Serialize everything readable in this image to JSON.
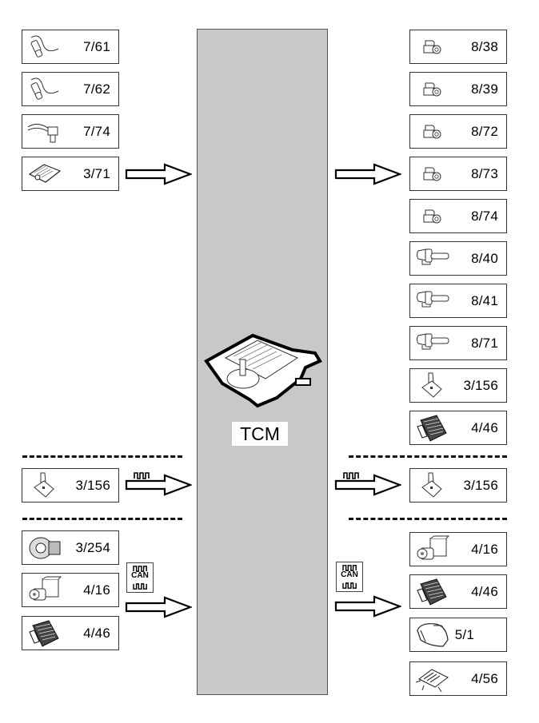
{
  "center": {
    "label": "TCM",
    "icon": "tcm-module-icon",
    "background": "#c8c8c8"
  },
  "left_inputs": [
    {
      "code": "7/61",
      "icon": "speed-sensor-icon"
    },
    {
      "code": "7/62",
      "icon": "speed-sensor-icon"
    },
    {
      "code": "7/74",
      "icon": "sensor-connector-icon"
    },
    {
      "code": "3/71",
      "icon": "control-module-icon"
    }
  ],
  "right_outputs": [
    {
      "code": "8/38",
      "icon": "solenoid-icon"
    },
    {
      "code": "8/39",
      "icon": "solenoid-icon"
    },
    {
      "code": "8/72",
      "icon": "solenoid-icon"
    },
    {
      "code": "8/73",
      "icon": "solenoid-icon"
    },
    {
      "code": "8/74",
      "icon": "solenoid-icon"
    },
    {
      "code": "8/40",
      "icon": "pressure-solenoid-icon"
    },
    {
      "code": "8/41",
      "icon": "pressure-solenoid-icon"
    },
    {
      "code": "8/71",
      "icon": "pressure-solenoid-icon"
    },
    {
      "code": "3/156",
      "icon": "gear-selector-icon"
    },
    {
      "code": "4/46",
      "icon": "ecm-icon"
    }
  ],
  "pwm_section": {
    "signal": "pwm-signal-icon",
    "left": {
      "code": "3/156",
      "icon": "gear-selector-icon"
    },
    "right": {
      "code": "3/156",
      "icon": "gear-selector-icon"
    }
  },
  "can_section": {
    "badge": "CAN",
    "left": [
      {
        "code": "3/254",
        "icon": "steering-module-icon"
      },
      {
        "code": "4/16",
        "icon": "abs-module-icon"
      },
      {
        "code": "4/46",
        "icon": "ecm-icon"
      }
    ],
    "right": [
      {
        "code": "4/16",
        "icon": "abs-module-icon"
      },
      {
        "code": "4/46",
        "icon": "ecm-icon"
      },
      {
        "code": "5/1",
        "icon": "instrument-cluster-icon"
      },
      {
        "code": "4/56",
        "icon": "central-module-icon"
      }
    ]
  }
}
